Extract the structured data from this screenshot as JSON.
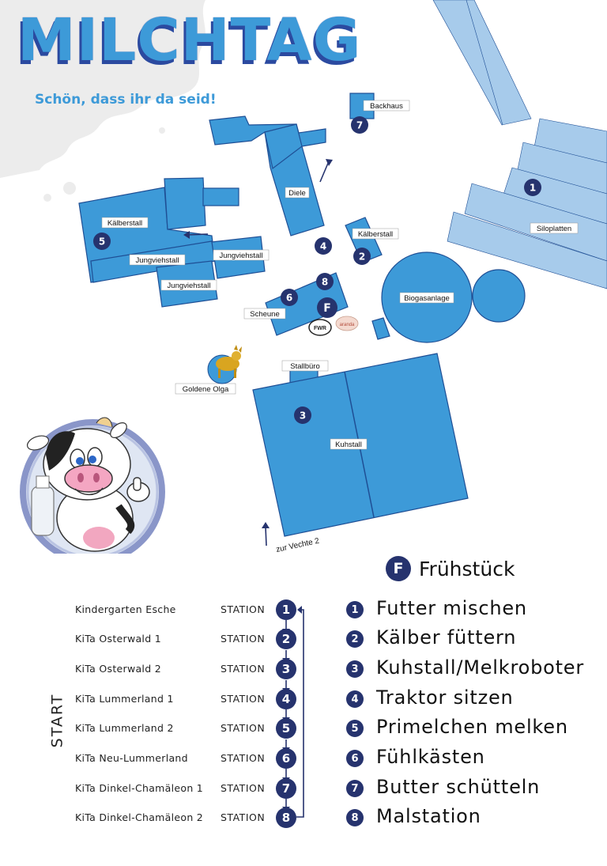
{
  "header": {
    "title": "MILCHTAG",
    "subtitle": "Schön, dass ihr da seid!"
  },
  "map": {
    "labels": {
      "backhaus": "Backhaus",
      "diele": "Diele",
      "kaelberstall_left": "Kälberstall",
      "kaelberstall_right": "Kälberstall",
      "jungviehstall_1": "Jungviehstall",
      "jungviehstall_2": "Jungviehstall",
      "jungviehstall_3": "Jungviehstall",
      "scheune": "Scheune",
      "biogasanlage": "Biogasanlage",
      "siloplatten": "Siloplatten",
      "stallbuero": "Stallbüro",
      "kuhstall": "Kuhstall",
      "goldene_olga": "Goldene Olga",
      "zur_vechte": "zur Vechte 2"
    },
    "badges": {
      "b1": "1",
      "b2": "2",
      "b3": "3",
      "b4": "4",
      "b5": "5",
      "b6": "6",
      "b7": "7",
      "b8": "8",
      "bF": "F"
    },
    "logos": {
      "fwr": "FWR",
      "brand": "aranda"
    }
  },
  "legend": {
    "breakfast_badge": "F",
    "breakfast_label": "Frühstück"
  },
  "schedule": {
    "start_label": "START",
    "station_word": "STATION",
    "rows": [
      {
        "group": "Kindergarten Esche",
        "station": "1"
      },
      {
        "group": "KiTa Osterwald 1",
        "station": "2"
      },
      {
        "group": "KiTa Osterwald 2",
        "station": "3"
      },
      {
        "group": "KiTa Lummerland 1",
        "station": "4"
      },
      {
        "group": "KiTa Lummerland 2",
        "station": "5"
      },
      {
        "group": "KiTa Neu-Lummerland",
        "station": "6"
      },
      {
        "group": "KiTa Dinkel-Chamäleon 1",
        "station": "7"
      },
      {
        "group": "KiTa Dinkel-Chamäleon 2",
        "station": "8"
      }
    ]
  },
  "activities": [
    {
      "number": "1",
      "label": "Futter mischen"
    },
    {
      "number": "2",
      "label": "Kälber füttern"
    },
    {
      "number": "3",
      "label": "Kuhstall/Melkroboter"
    },
    {
      "number": "4",
      "label": "Traktor sitzen"
    },
    {
      "number": "5",
      "label": "Primelchen melken"
    },
    {
      "number": "6",
      "label": "Fühlkästen"
    },
    {
      "number": "7",
      "label": "Butter schütteln"
    },
    {
      "number": "8",
      "label": "Malstation"
    }
  ],
  "colors": {
    "building": "#3d9ad8",
    "building_outline": "#1f4f95",
    "silo": "#a7cbeb",
    "badge": "#26336e",
    "title_shadow": "#2b4aa0",
    "milk_splash": "#ebebeb"
  },
  "icons": [
    "milk-splash",
    "cow-mascot-icon",
    "golden-cow-icon",
    "arrow-icon"
  ]
}
